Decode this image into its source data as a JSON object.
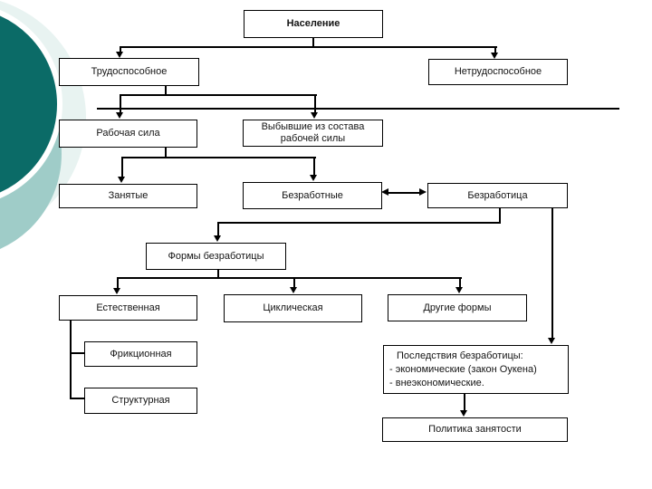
{
  "nodes": {
    "naselenie": {
      "label": "Население"
    },
    "trudosposobnoe": {
      "label": "Трудоспособное"
    },
    "netrudosposobnoe": {
      "label": "Нетрудоспособное"
    },
    "rabochaya": {
      "label": "Рабочая сила"
    },
    "vybyvshie": {
      "line1": "Выбывшие из состава",
      "line2": "рабочей силы"
    },
    "zanyatye": {
      "label": "Занятые"
    },
    "bezrabotnye": {
      "label": "Безработные"
    },
    "bezrabotitsa": {
      "label": "Безработица"
    },
    "formy": {
      "label": "Формы безработицы"
    },
    "estestvennaya": {
      "label": "Естественная"
    },
    "tsiklicheskaya": {
      "label": "Циклическая"
    },
    "drugie": {
      "label": "Другие формы"
    },
    "friktsionnaya": {
      "label": "Фрикционная"
    },
    "strukturnaya": {
      "label": "Структурная"
    },
    "posledstviya": {
      "line1": "Последствия безработицы:",
      "line2": "- экономические (закон Оукена)",
      "line3": "- внеэкономические."
    },
    "politika": {
      "label": "Политика занятости"
    }
  },
  "colors": {
    "dark_circle": "#0b6b67",
    "light_circle": "#9fccc8",
    "pale_circle": "#e8f3f1",
    "box_border": "#000000",
    "box_background": "#ffffff",
    "text": "#141414"
  }
}
